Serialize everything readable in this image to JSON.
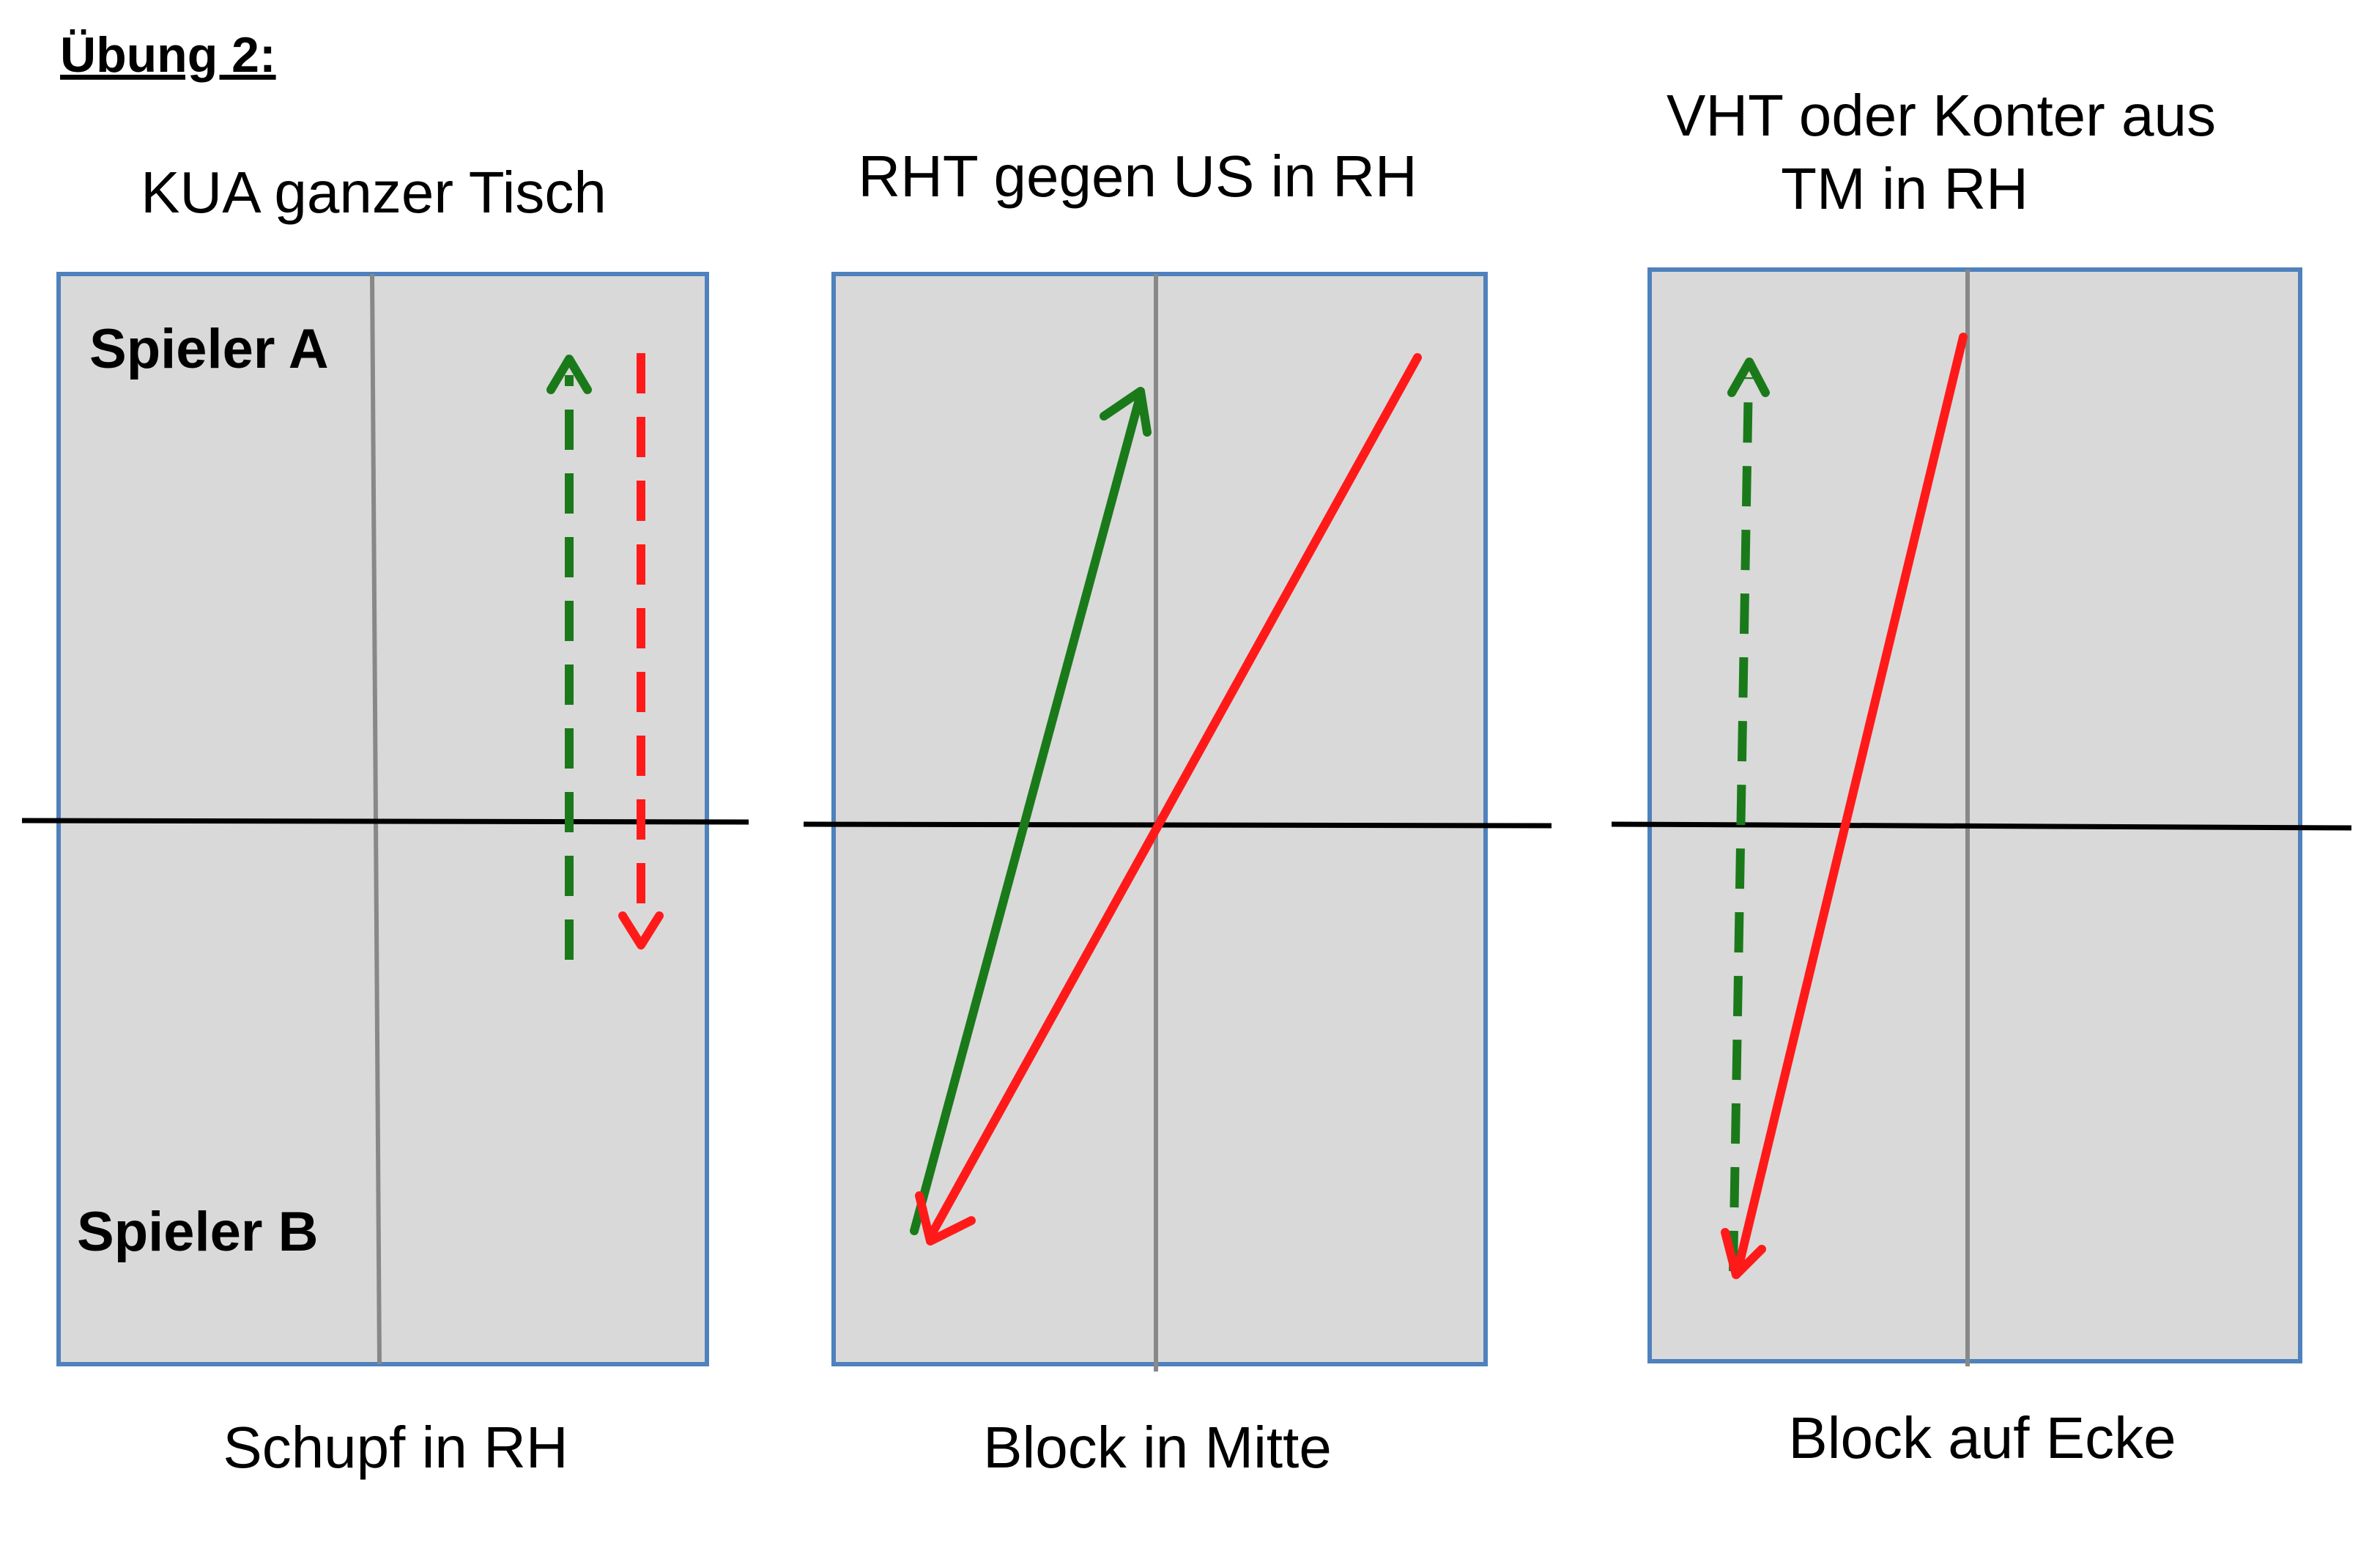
{
  "heading": "Übung 2:",
  "panels": [
    {
      "title_lines": [
        "KUA ganzer Tisch"
      ],
      "caption": "Schupf in RH",
      "player_top": "Spieler A",
      "player_bottom": "Spieler B"
    },
    {
      "title_lines": [
        "RHT gegen US in RH"
      ],
      "caption": "Block in Mitte"
    },
    {
      "title_lines": [
        "VHT oder Konter aus",
        "TM in RH"
      ],
      "caption": "Block auf Ecke"
    }
  ],
  "colors": {
    "table_fill": "#d9d9d9",
    "table_border": "#4f81bd",
    "center_line": "#888888",
    "net": "#000000",
    "arrow_green": "#1a7a1a",
    "arrow_red": "#ff1a1a"
  }
}
